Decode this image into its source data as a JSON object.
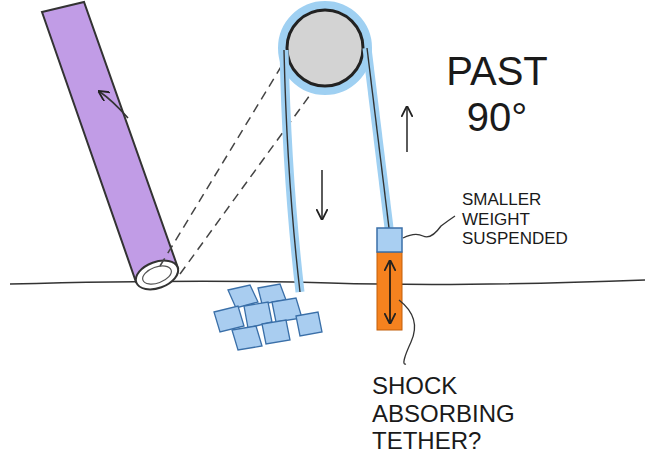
{
  "diagram": {
    "labels": [
      "PAST 90°",
      "SMALLER WEIGHT SUSPENDED",
      "SHOCK ABSORBING TETHER?"
    ]
  }
}
